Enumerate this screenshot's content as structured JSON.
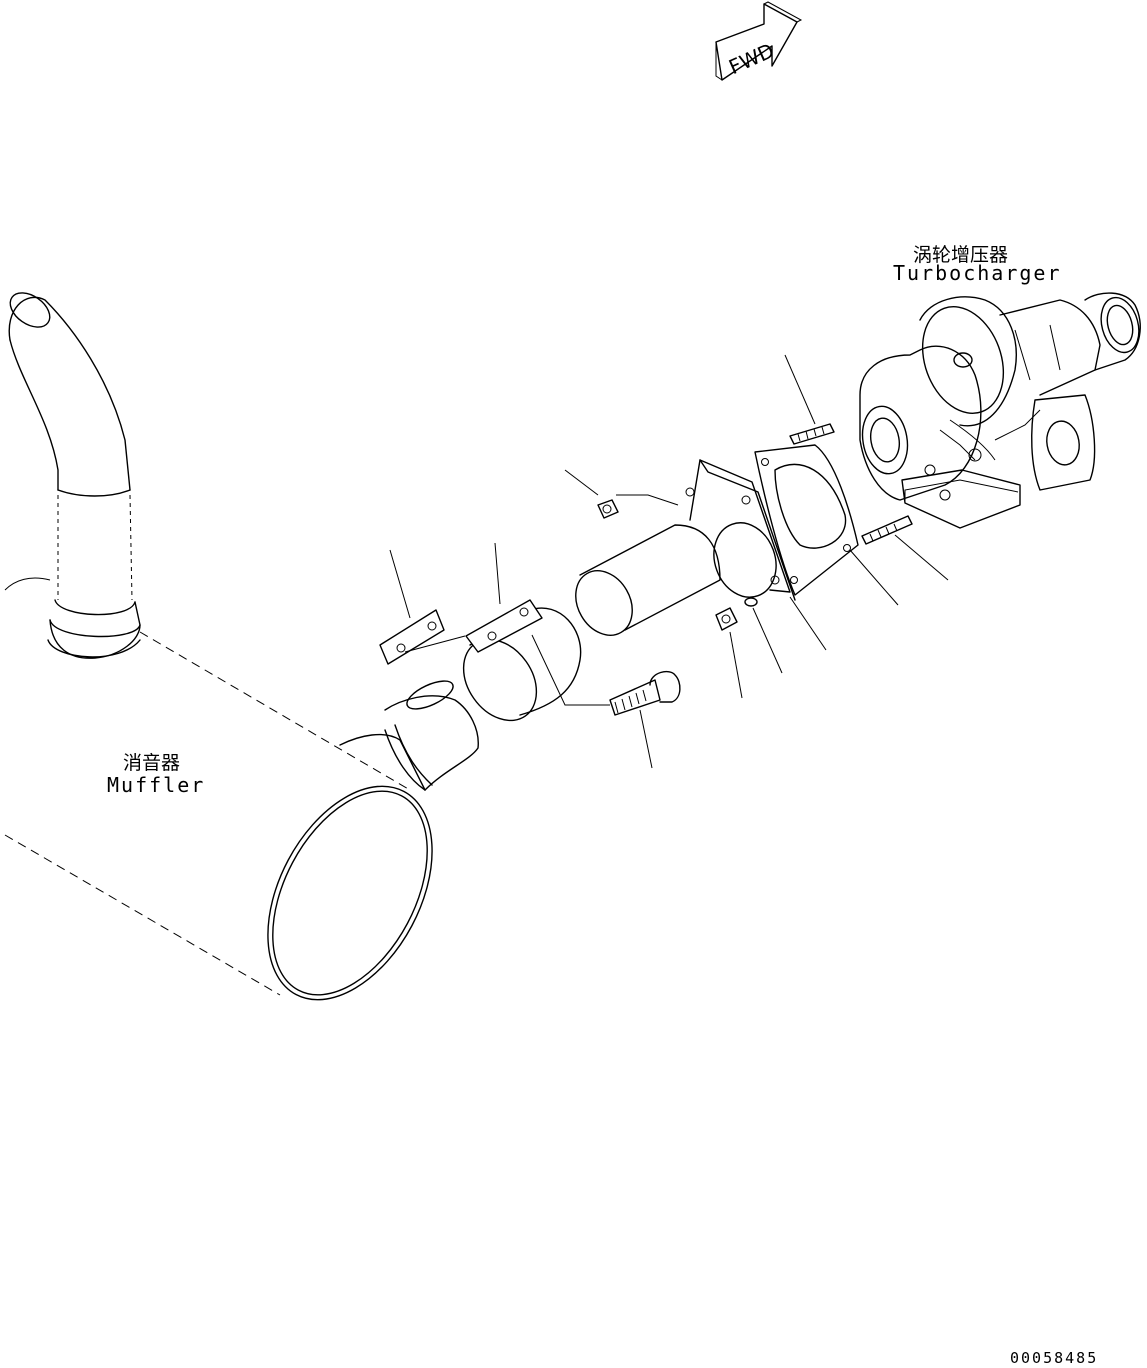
{
  "fwd_arrow": {
    "text": "FWD",
    "icon": "forward-direction-arrow-icon"
  },
  "labels": {
    "turbocharger_cn": "涡轮增压器",
    "turbocharger_en": "Turbocharger",
    "muffler_cn": "消音器",
    "muffler_en": "Muffler"
  },
  "drawing_number": "00058485",
  "parts": [
    {
      "id": "exhaust-pipe-elbow"
    },
    {
      "id": "muffler"
    },
    {
      "id": "clamp-plate"
    },
    {
      "id": "clamp"
    },
    {
      "id": "bolt"
    },
    {
      "id": "exhaust-tube"
    },
    {
      "id": "nut-upper"
    },
    {
      "id": "nut-lower"
    },
    {
      "id": "washer"
    },
    {
      "id": "gasket"
    },
    {
      "id": "stud-upper"
    },
    {
      "id": "stud-lower"
    },
    {
      "id": "turbocharger"
    }
  ]
}
